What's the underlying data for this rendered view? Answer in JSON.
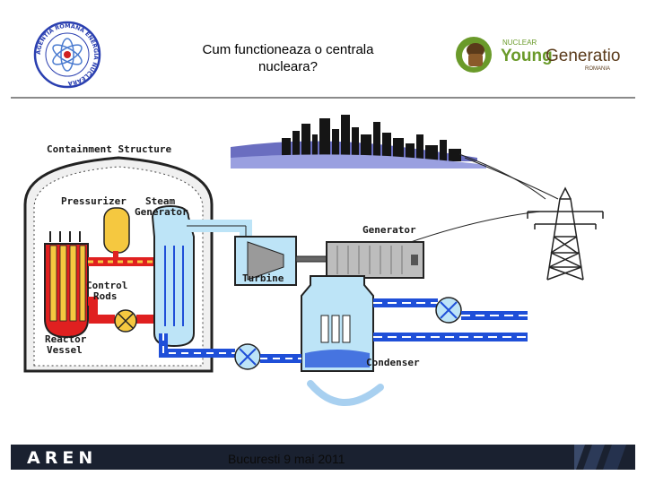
{
  "header": {
    "title_line1": "Cum functioneaza o centrala",
    "title_line2": "nucleara?"
  },
  "logos": {
    "left_seal_text": "AGENTIA ROMANA ENERGIA NUCLEARA",
    "right_top": "NUCLEAR",
    "right_main_a": "Young",
    "right_main_b": "Generation",
    "right_sub": "ROMANIA"
  },
  "diagram": {
    "labels": {
      "containment": "Containment Structure",
      "pressurizer": "Pressurizer",
      "steam": "Steam",
      "generator_sg": "Generator",
      "control": "Control",
      "rods": "Rods",
      "reactor": "Reactor",
      "vessel": "Vessel",
      "turbine": "Turbine",
      "generator": "Generator",
      "condenser": "Condenser"
    }
  },
  "footer": {
    "brand": "AREN",
    "text": "Bucuresti 9 mai 2011"
  },
  "colors": {
    "water_blue": "#1f4fd8",
    "hot_red": "#e02020",
    "steam_light": "#bde4f7",
    "footer_bg": "#1a2130",
    "seal_blue": "#2a3fb0"
  }
}
